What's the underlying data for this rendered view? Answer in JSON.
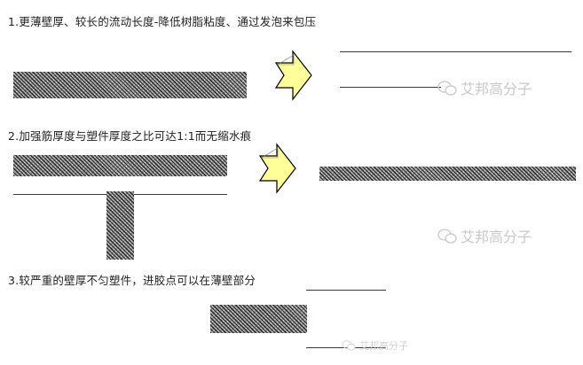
{
  "sections": [
    {
      "caption": "1.更薄壁厚、较长的流动长度-降低树脂粘度、通过发泡来包压"
    },
    {
      "caption": "2.加强筋厚度与塑件厚度之比可达1:1而无缩水痕"
    },
    {
      "caption": "3.较严重的壁厚不匀塑件，进胶点可以在薄壁部分"
    }
  ],
  "watermark": {
    "text": "艾邦高分子",
    "icon": "wechat-icon"
  },
  "colors": {
    "arrow_fill": "#ffff99",
    "arrow_stroke": "#000000",
    "hatch": "#2a2a2a"
  }
}
